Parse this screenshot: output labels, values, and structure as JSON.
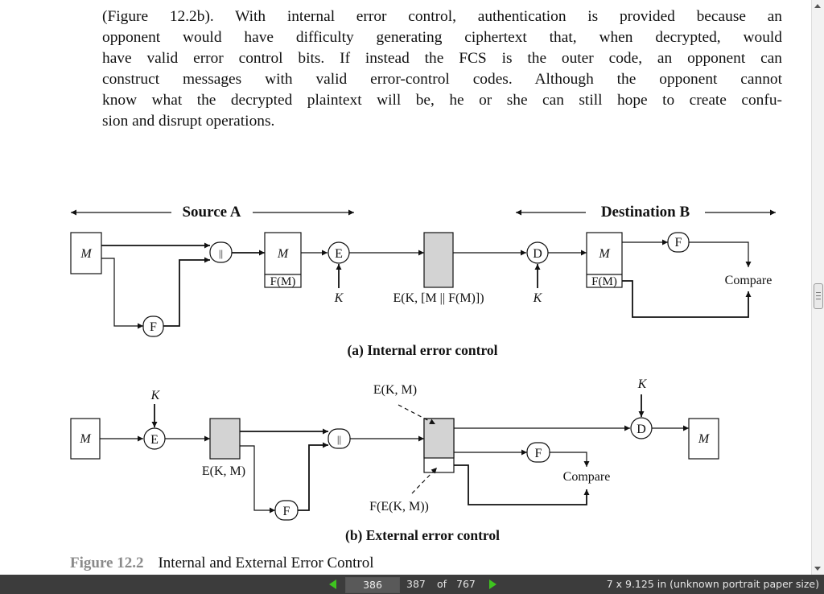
{
  "paragraph_lines": [
    "(Figure 12.2b). With internal error control, authentication is provided because an",
    "opponent would have difficulty generating ciphertext that, when decrypted, would",
    "have valid error control bits. If instead the FCS is the outer code, an opponent can",
    "construct messages with valid error-control codes. Although the opponent cannot",
    "know what the decrypted plaintext will be, he or she can still hope to create confu-",
    "sion and disrupt operations."
  ],
  "figure_a": {
    "source_label": "Source A",
    "destination_label": "Destination B",
    "msg_in": "M",
    "concat_op": "||",
    "msg_frame": "M",
    "fcs_frame": "F(M)",
    "encrypt_op": "E",
    "key_label": "K",
    "cipher_label": "E(K, [M || F(M)])",
    "decrypt_op": "D",
    "key_label_dest": "K",
    "msg_out": "M",
    "fcs_out": "F(M)",
    "f_op_source": "F",
    "f_op_dest": "F",
    "compare_label": "Compare",
    "caption": "(a) Internal error control"
  },
  "figure_b": {
    "msg_in": "M",
    "encrypt_op": "E",
    "key_label": "K",
    "cipher_label": "E(K, M)",
    "f_op_source": "F",
    "concat_op": "||",
    "cipher_pointer_label": "E(K, M)",
    "fcs_pointer_label": "F(E(K, M))",
    "f_op_dest": "F",
    "compare_label": "Compare",
    "key_label_dest": "K",
    "decrypt_op": "D",
    "msg_out": "M",
    "caption": "(b) External error control"
  },
  "figure_caption": {
    "number": "Figure 12.2",
    "title": "Internal and External Error Control"
  },
  "statusbar": {
    "page_input": "386",
    "current_page": "387",
    "of_label": "of",
    "total_pages": "767",
    "paper_size": "7 x 9.125 in (unknown portrait paper size)"
  },
  "icons": {
    "prev": "prev-page-triangle-icon",
    "next": "next-page-triangle-icon"
  },
  "colors": {
    "nav_arrow": "#3ec41f",
    "statusbar_bg": "#3c3c3c",
    "cipher_block": "#d3d3d3"
  }
}
